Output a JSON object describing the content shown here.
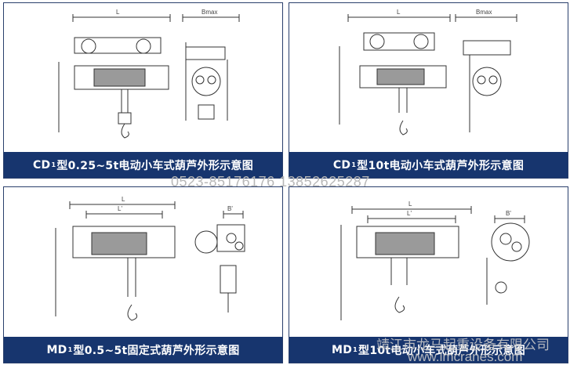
{
  "panels": [
    {
      "prefix": "CD",
      "sub": "1",
      "suffix": "型0.25~5t电动小车式葫芦外形示意图",
      "dims": [
        "L",
        "Bmax"
      ]
    },
    {
      "prefix": "CD",
      "sub": "1",
      "suffix": "型10t电动小车式葫芦外形示意图",
      "dims": [
        "L",
        "Bmax"
      ]
    },
    {
      "prefix": "MD",
      "sub": "1",
      "suffix": "型0.5~5t固定式葫芦外形示意图",
      "dims": [
        "L",
        "L'",
        "B'"
      ]
    },
    {
      "prefix": "MD",
      "sub": "1",
      "suffix": "型10t电动小车式葫芦外形示意图",
      "dims": [
        "L",
        "L'",
        "B'"
      ]
    }
  ],
  "contact": {
    "phone": "0523-85176176  13852625287"
  },
  "watermark": {
    "company": "靖江市龙马起重设备有限公司",
    "site": "www.lmcranes.com"
  },
  "colors": {
    "caption_bg": "#17356e",
    "caption_text": "#ffffff",
    "line": "#333333"
  }
}
